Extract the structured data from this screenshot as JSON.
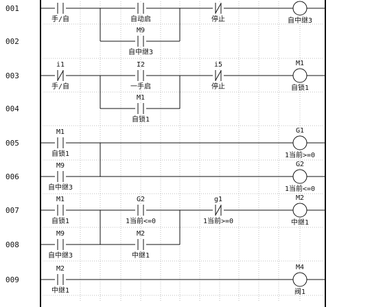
{
  "ladder": {
    "rung_numbers": [
      "001",
      "002",
      "003",
      "004",
      "005",
      "006",
      "007",
      "008",
      "009"
    ],
    "contacts": [
      {
        "id": "c1",
        "type": "no",
        "top": "",
        "bottom": "手/自"
      },
      {
        "id": "c2",
        "type": "no",
        "top": "",
        "bottom": "自动启"
      },
      {
        "id": "c3",
        "type": "nc",
        "top": "",
        "bottom": "停止"
      },
      {
        "id": "c4",
        "type": "no",
        "top": "M9",
        "bottom": "自中继3"
      },
      {
        "id": "c5",
        "type": "nc",
        "top": "i1",
        "bottom": "手/自"
      },
      {
        "id": "c6",
        "type": "no",
        "top": "I2",
        "bottom": "一手启"
      },
      {
        "id": "c7",
        "type": "nc",
        "top": "i5",
        "bottom": "停止"
      },
      {
        "id": "c8",
        "type": "no",
        "top": "M1",
        "bottom": "自锁1"
      },
      {
        "id": "c9",
        "type": "no",
        "top": "M1",
        "bottom": "自锁1"
      },
      {
        "id": "c10",
        "type": "no",
        "top": "M9",
        "bottom": "自中继3"
      },
      {
        "id": "c11",
        "type": "no",
        "top": "M1",
        "bottom": "自锁1"
      },
      {
        "id": "c12",
        "type": "no",
        "top": "G2",
        "bottom": "1当前<=0"
      },
      {
        "id": "c13",
        "type": "nc",
        "top": "g1",
        "bottom": "1当前>=0"
      },
      {
        "id": "c14",
        "type": "no",
        "top": "M9",
        "bottom": "自中继3"
      },
      {
        "id": "c15",
        "type": "no",
        "top": "M2",
        "bottom": "中继1"
      },
      {
        "id": "c16",
        "type": "no",
        "top": "M2",
        "bottom": "中继1"
      }
    ],
    "coils": [
      {
        "id": "k1",
        "top": "",
        "bottom": "自中继3"
      },
      {
        "id": "k2",
        "top": "M1",
        "bottom": "自锁1"
      },
      {
        "id": "k3",
        "top": "G1",
        "bottom": "1当前>=0"
      },
      {
        "id": "k4",
        "top": "G2",
        "bottom": "1当前<=0"
      },
      {
        "id": "k5",
        "top": "M2",
        "bottom": "中继1"
      },
      {
        "id": "k6",
        "top": "M4",
        "bottom": "阀1"
      }
    ]
  }
}
